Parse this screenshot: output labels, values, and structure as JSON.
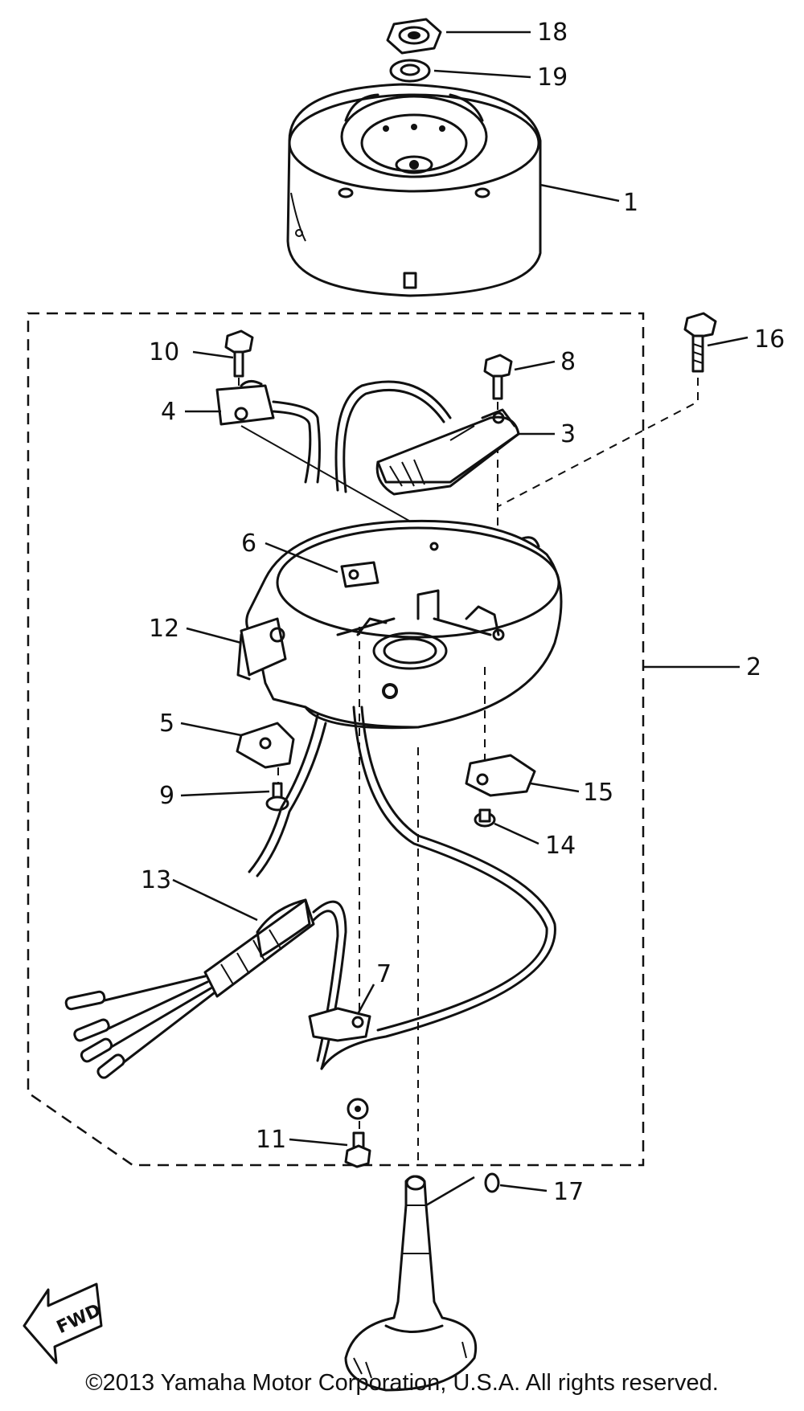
{
  "diagram": {
    "callouts": {
      "c1": "1",
      "c2": "2",
      "c3": "3",
      "c4": "4",
      "c5": "5",
      "c6": "6",
      "c7": "7",
      "c8": "8",
      "c9": "9",
      "c10": "10",
      "c11": "11",
      "c12": "12",
      "c13": "13",
      "c14": "14",
      "c15": "15",
      "c16": "16",
      "c17": "17",
      "c18": "18",
      "c19": "19"
    },
    "fwd_label": "FWD"
  },
  "footer": {
    "copyright": "©2013 Yamaha Motor Corporation, U.S.A. All rights reserved."
  }
}
